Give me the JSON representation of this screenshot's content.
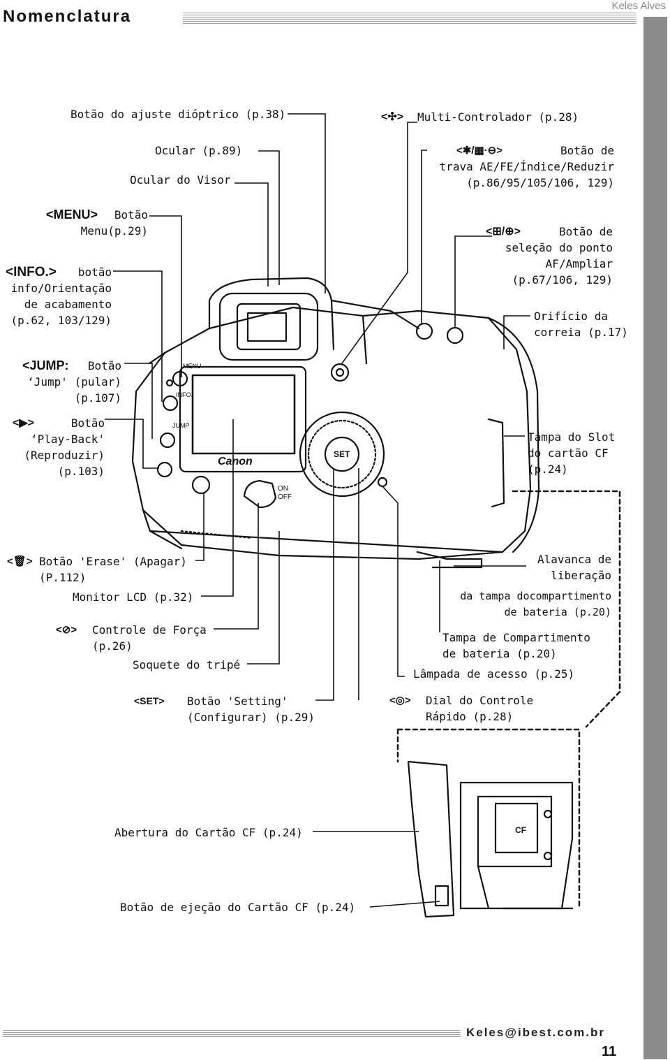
{
  "header": {
    "title": "Nomenclatura",
    "author": "Keles Alves"
  },
  "labels": {
    "dioptric": "Botão do ajuste dióptrico (p.38)",
    "eyepiece": "Ocular (p.89)",
    "viewfinder_eyepiece": "Ocular do Visor",
    "menu_icon": "<MENU>",
    "menu": "Botão\nMenu(p.29)",
    "info_icon": "<INFO.>",
    "info": "botão\ninfo/Orientação\nde acabamento\n(p.62, 103/129)",
    "jump_icon": "<JUMP:",
    "jump": "Botão\n‘Jump' (pular)\n(p.107)",
    "play_icon": "<▶>",
    "play": "Botão\n‘Play-Back'\n(Reproduzir)\n(p.103)",
    "multi_icon": "<✣>",
    "multi": "Multi-Controlador (p.28)",
    "ae_icon": "<✱/▦·⊖>",
    "ae": "Botão de\ntrava AE/FE/Índice/Reduzir\n(p.86/95/105/106, 129)",
    "af_icon": "<⊞/⊕>",
    "af": "Botão de\nseleção do ponto\nAF/Ampliar\n(p.67/106, 129)",
    "strap": "Orifício da\ncorreia (p.17)",
    "cf_cover": "Tampa do Slot\ndo cartão CF\n(p.24)",
    "erase_icon": "<🗑>",
    "erase": "Botão 'Erase' (Apagar)\n(P.112)",
    "lcd": "Monitor LCD (p.32)",
    "power_icon": "<⊘>",
    "power": "Controle de Força\n(p.26)",
    "tripod": "Soquete do tripé",
    "set_icon": "<SET>",
    "set": "Botão 'Setting'\n(Configurar) (p.29)",
    "release_a": "Alavanca de\nliberação",
    "release_b": "da tampa docompartimento\nde bateria (p.20)",
    "battery_cover": "Tampa de Compartimento\nde bateria (p.20)",
    "access_lamp": "Lâmpada de acesso (p.25)",
    "dial_icon": "<◎>",
    "dial": "Dial do Controle\nRápido (p.28)",
    "cf_slot": "Abertura do Cartão CF (p.24)",
    "cf_eject": "Botão de ejeção do Cartão CF (p.24)"
  },
  "camera": {
    "brand": "Canon",
    "menu": "MENU",
    "info": "INFO.",
    "jump": "JUMP",
    "on": "ON",
    "off": "OFF",
    "set": "SET",
    "cf": "CF"
  },
  "footer": {
    "email": "Keles@ibest.com.br",
    "page": "11"
  }
}
